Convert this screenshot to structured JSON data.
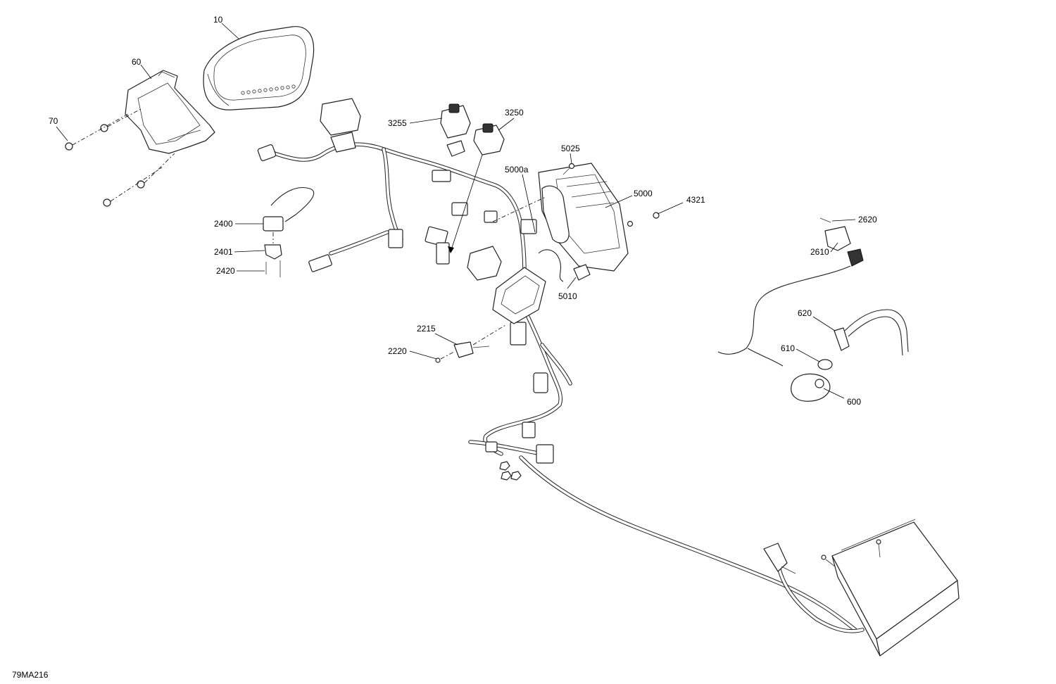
{
  "drawing_id": "79MA216",
  "callouts": [
    "10",
    "60",
    "70",
    "2400",
    "2401",
    "2420",
    "3255",
    "3250",
    "5025",
    "5000a",
    "5000",
    "4321",
    "5010",
    "2215",
    "2220",
    "2620",
    "2610",
    "620",
    "610",
    "600"
  ]
}
